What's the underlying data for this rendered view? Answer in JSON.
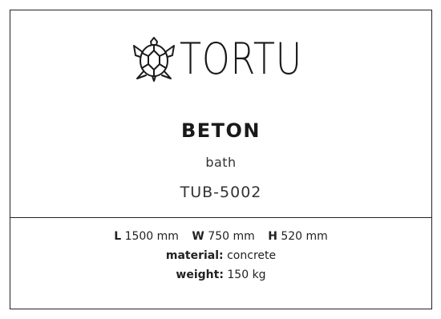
{
  "brand": {
    "name": "TORTU"
  },
  "product": {
    "name": "BETON",
    "type": "bath",
    "sku": "TUB-5002"
  },
  "specs": {
    "length_label": "L",
    "length_value": "1500 mm",
    "width_label": "W",
    "width_value": "750 mm",
    "height_label": "H",
    "height_value": "520 mm",
    "material_label": "material:",
    "material_value": "concrete",
    "weight_label": "weight:",
    "weight_value": "150 kg"
  }
}
